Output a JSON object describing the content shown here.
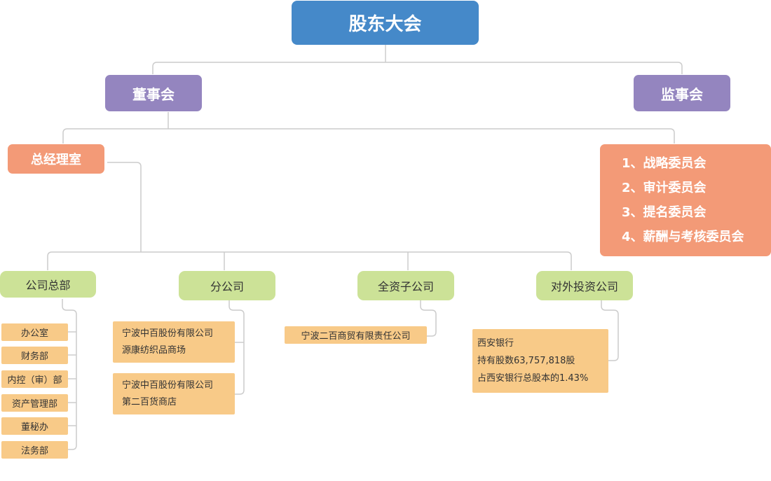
{
  "top": {
    "title": "股东大会"
  },
  "level2": {
    "board": "董事会",
    "supervisors": "监事会"
  },
  "gm_office": "总经理室",
  "committees": [
    "1、战略委员会",
    "2、审计委员会",
    "3、提名委员会",
    "4、薪酬与考核委员会"
  ],
  "divisions": [
    {
      "label": "公司总部"
    },
    {
      "label": "分公司"
    },
    {
      "label": "全资子公司"
    },
    {
      "label": "对外投资公司"
    }
  ],
  "hq_departments": [
    "办公室",
    "财务部",
    "内控（审）部",
    "资产管理部",
    "董秘办",
    "法务部"
  ],
  "branches": [
    {
      "line1": "宁波中百股份有限公司",
      "line2": "源康纺织品商场"
    },
    {
      "line1": "宁波中百股份有限公司",
      "line2": "第二百货商店"
    }
  ],
  "subsidiary": "宁波二百商贸有限责任公司",
  "investment": {
    "line1": "西安银行",
    "line2": "持有股数63,757,818股",
    "line3": "占西安银行总股本的1.43%"
  },
  "colors": {
    "top": "#4589c9",
    "level2": "#9485bf",
    "orange": "#f39a77",
    "division": "#cce297",
    "leaf": "#f8ca88",
    "connector": "#cccccc"
  }
}
